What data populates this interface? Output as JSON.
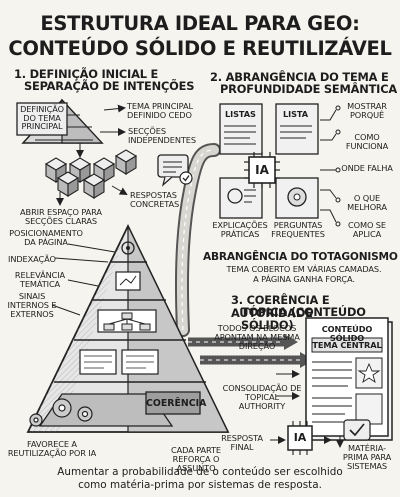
{
  "title": {
    "line1": "ESTRUTURA IDEAL PARA GEO:",
    "line2": "CONTEÚDO SÓLIDO E REUTILIZÁVEL"
  },
  "section1": {
    "heading_line1": "1. DEFINIÇÃO INICIAL E",
    "heading_line2": "SEPARAÇÃO DE INTENÇÕES",
    "top_box": "DEFINIÇÃO DO TEMA PRINCIPAL",
    "labels": {
      "tema_principal": "TEMA PRINCIPAL DEFINIDO CEDO",
      "seccoes": "SECÇÕES INDEPENDENTES",
      "abrir_espaco": "ABRIR ESPAÇO PARA SECÇÕES CLARAS",
      "respostas": "RESPOSTAS CONCRETAS"
    }
  },
  "section2": {
    "heading_line1": "2. ABRANGÊNCIA DO TEMA E",
    "heading_line2": "PROFUNDIDADE SEMÂNTICA",
    "cards": {
      "listas_left": "LISTAS",
      "listas_right": "LISTA",
      "ai_chip": "IA"
    },
    "labels": {
      "explicacoes": "EXPLICAÇÕES PRÁTICAS",
      "perguntas": "PERGUNTAS FREQUENTES"
    },
    "questions": [
      "MOSTRAR PORQUÊ",
      "COMO FUNCIONA",
      "ONDE FALHA",
      "O QUE MELHORA",
      "COMO SE APLICA"
    ]
  },
  "middle": {
    "heading": "ABRANGÊNCIA DO TOTAGONISMO",
    "text_line1": "TEMA COBERTO EM VÁRIAS CAMADAS.",
    "text_line2": "A PÁGINA GANHA FORÇA."
  },
  "pyramid": {
    "labels": {
      "posicionamento": "POSICIONAMENTO DA PÁGINA",
      "indexacao": "INDEXAÇÃO",
      "relevancia": "RELEVÂNCIA TEMÁTICA",
      "sinais": "SINAIS INTERNOS E EXTERNOS"
    },
    "base_label": "COERÊNCIA",
    "bottom_left": "FAVORECE A REUTILIZAÇÃO POR IA"
  },
  "section3": {
    "heading_line1": "3. COERÊNCIA E AUTORIDADE",
    "heading_line2": "TÓPICA (CONTEÚDO SÓLIDO)",
    "doc_title": "CONTEÚDO SÓLIDO",
    "doc_badge": "TEMA CENTRAL",
    "labels": {
      "blocos": "TODOS OS BLOCOS APONTAM NA MESMA DIREÇÃO",
      "consolidacao": "CONSOLIDAÇÃO DE TOPICAL AUTHORITY",
      "cada_parte": "CADA PARTE REFORÇA O ASSUNTO",
      "resposta": "RESPOSTA FINAL",
      "ai_chip": "IA",
      "materia": "MATÉRIA-PRIMA PARA SISTEMAS"
    }
  },
  "footer": {
    "line1": "Aumentar a probabilidade de o conteúdo ser escolhido",
    "line2": "como matéria-prima por sistemas de resposta."
  }
}
